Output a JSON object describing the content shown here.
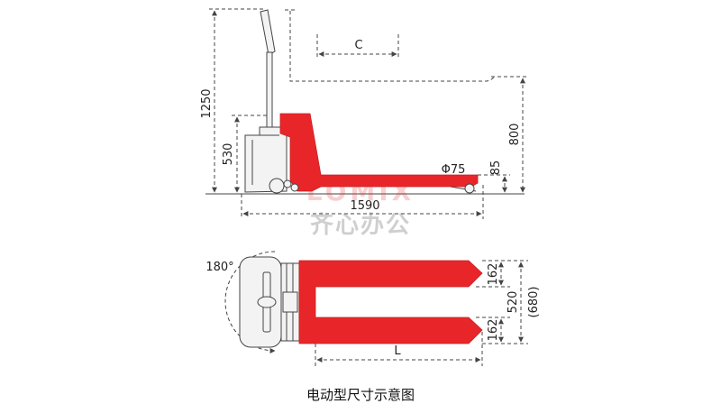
{
  "labels": {
    "c": "C",
    "height_1250": "1250",
    "height_530": "530",
    "height_800": "800",
    "wheel_diameter": "Φ75",
    "height_85": "85",
    "length_1590": "1590",
    "rotation": "180°",
    "fork_width_top": "162",
    "span_520": "520",
    "span_680": "(680)",
    "fork_width_bottom": "162",
    "fork_length": "L"
  },
  "watermark": {
    "brand": "LOMIX",
    "name": "齐心办公"
  },
  "caption": "电动型尺寸示意图",
  "colors": {
    "fork_red": "#e8262a",
    "line": "#444444"
  }
}
